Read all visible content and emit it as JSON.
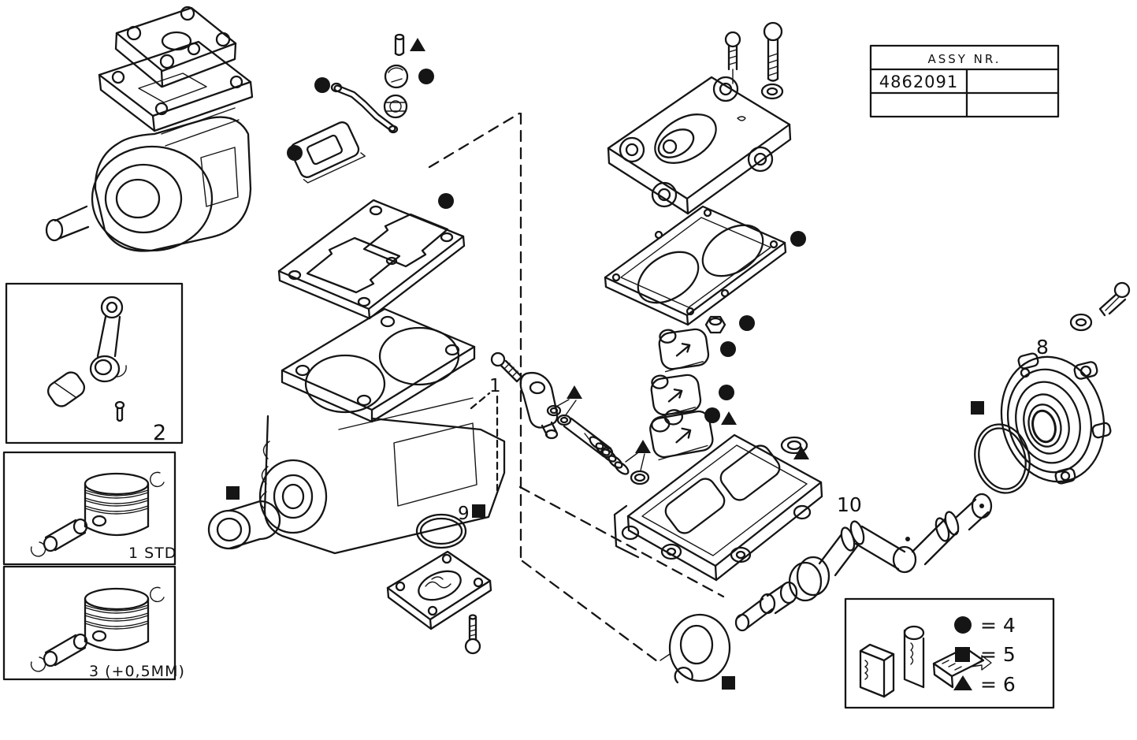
{
  "page": {
    "type": "exploded-parts-diagram",
    "subject": "air compressor"
  },
  "assy_table": {
    "header": "ASSY  NR.",
    "number": "4862091"
  },
  "callouts": {
    "block_group": "1",
    "conrod_kit": "2",
    "piston_std": "1 STD",
    "piston_oversize": "3 (+0,5MM)",
    "rear_cover": "8",
    "oring": "9",
    "crankshaft": "10"
  },
  "legend": {
    "items": [
      {
        "symbol": "circle",
        "label": "= 4"
      },
      {
        "symbol": "square",
        "label": "= 5"
      },
      {
        "symbol": "triangle",
        "label": "= 6"
      }
    ]
  }
}
